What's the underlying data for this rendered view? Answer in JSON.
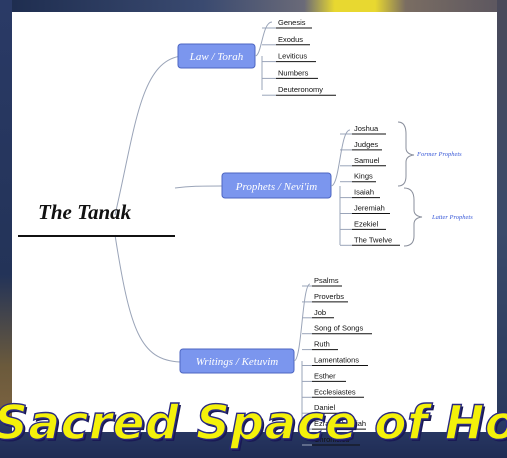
{
  "colors": {
    "branch_fill": "#7b96ee",
    "branch_stroke": "#4d66c2",
    "connector": "#9aa4b8",
    "banner_text": "#f4f10a",
    "group_label": "#3a5ad8"
  },
  "diagram": {
    "root": {
      "label": "The Tanak"
    },
    "branches": [
      {
        "label": "Law / Torah",
        "items": [
          "Genesis",
          "Exodus",
          "Leviticus",
          "Numbers",
          "Deuteronomy"
        ]
      },
      {
        "label": "Prophets / Nevi'im",
        "items": [
          "Joshua",
          "Judges",
          "Samuel",
          "Kings",
          "Isaiah",
          "Jeremiah",
          "Ezekiel",
          "The Twelve"
        ]
      },
      {
        "label": "Writings / Ketuvim",
        "items": [
          "Psalms",
          "Proverbs",
          "Job",
          "Song of Songs",
          "Ruth",
          "Lamentations",
          "Esther",
          "Ecclesiastes",
          "Daniel",
          "Ezra-Nehemiah",
          "Chronicles"
        ]
      }
    ],
    "groups": [
      {
        "label": "Former Prophets"
      },
      {
        "label": "Latter Prophets"
      }
    ]
  },
  "banner": {
    "text": "Sacred Space of Hope..."
  }
}
